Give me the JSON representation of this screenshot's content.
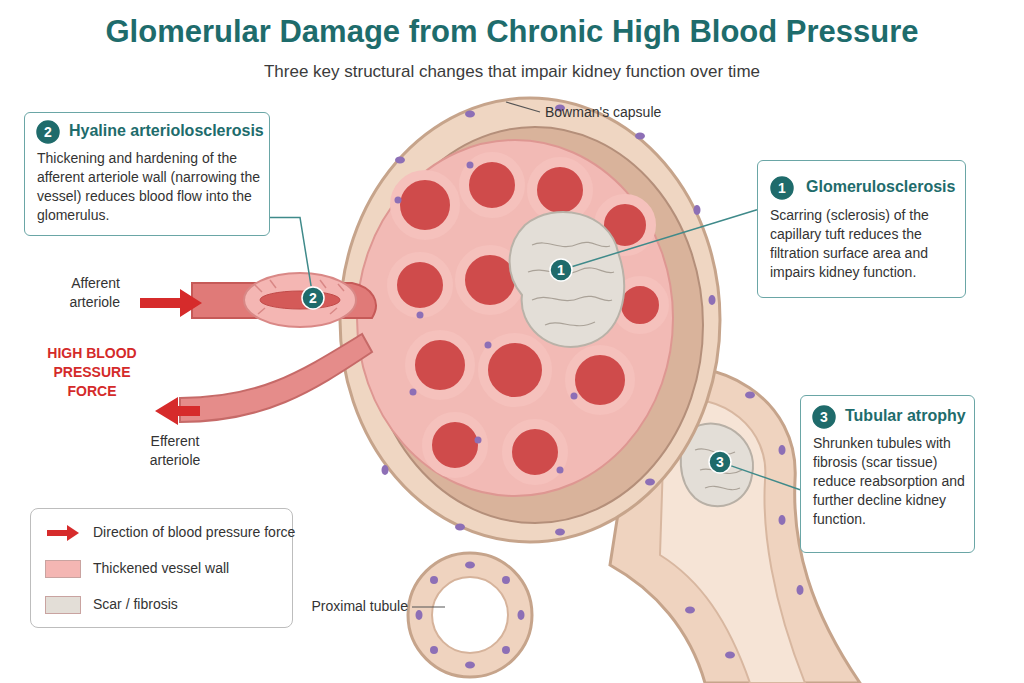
{
  "diagram": {
    "title": "Glomerular Damage from Chronic High Blood Pressure",
    "nodes": [
      {
        "text": [
          "Hyaline arteriolosclerosis",
          "Thickening and hardening of the afferent arteriole wall (narrowing the vessel) reduces blood flow into the glomerulus."
        ]
      },
      {
        "text": [
          "2"
        ],
        "in": 0
      },
      {
        "text": [
          "Glomerulosclerosis",
          "Scarring (sclerosis) of the capillary tuft reduces the filtration surface area and impairs kidney function."
        ]
      },
      {
        "text": [
          "1"
        ],
        "in": 2
      },
      {
        "text": [
          "Tubular atrophy",
          "Shrunken tubules with fibrosis (scar tissue) reduce reabsorption and further decline kidney function."
        ]
      },
      {
        "text": [
          "3"
        ],
        "in": 4
      },
      {
        "text": [
          "2"
        ]
      },
      {
        "text": [
          "1"
        ]
      },
      {
        "text": [
          "3"
        ]
      }
    ],
    "edges": [
      {
        "from": 0,
        "to": 6,
        "arrow": "none"
      },
      {
        "from": 2,
        "to": 7,
        "arrow": "none"
      },
      {
        "from": 4,
        "to": 8,
        "arrow": "none"
      }
    ],
    "labels": [
      "Three key structural changes that impair kidney function over time",
      "Bowman's capsule",
      "Afferent arteriole",
      "HIGH BLOOD PRESSURE FORCE",
      "Efferent arteriole",
      "Proximal tubule"
    ],
    "legend": [
      {
        "text": "Direction of blood pressure force"
      },
      {
        "text": "Thickened vessel wall",
        "color": "#f4b6b3"
      },
      {
        "text": "Scar / fibrosis",
        "color": "#e3ded7"
      }
    ]
  }
}
